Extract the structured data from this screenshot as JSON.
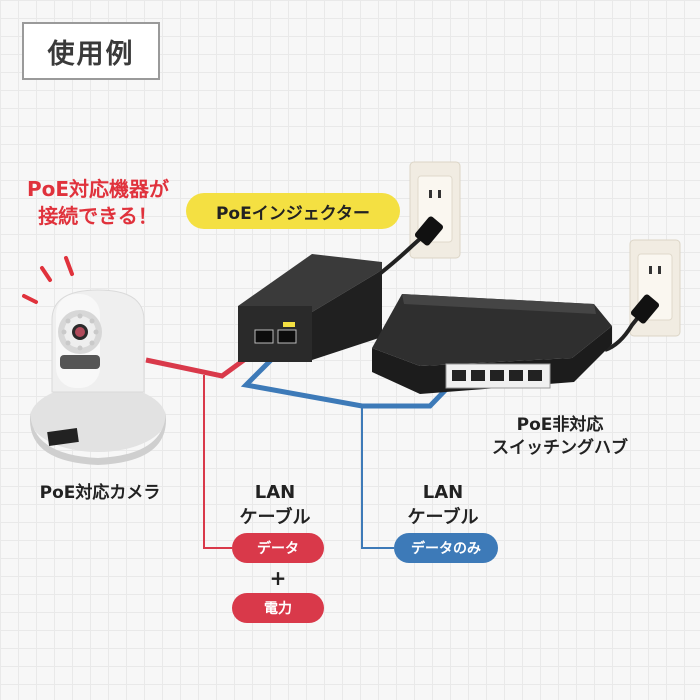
{
  "title": "使用例",
  "headline": [
    "PoE対応機器が",
    "接続できる！"
  ],
  "injector_label": "PoEインジェクター",
  "camera_label": "PoE対応カメラ",
  "switch_label": [
    "PoE非対応",
    "スイッチングハブ"
  ],
  "cable_left": {
    "line1": "LAN",
    "line2": "ケーブル",
    "pill1": "データ",
    "plus": "+",
    "pill2": "電力"
  },
  "cable_right": {
    "line1": "LAN",
    "line2": "ケーブル",
    "pill": "データのみ"
  },
  "colors": {
    "red": "#d9394a",
    "blue": "#3d7ab8",
    "yellow": "#f4e042"
  }
}
